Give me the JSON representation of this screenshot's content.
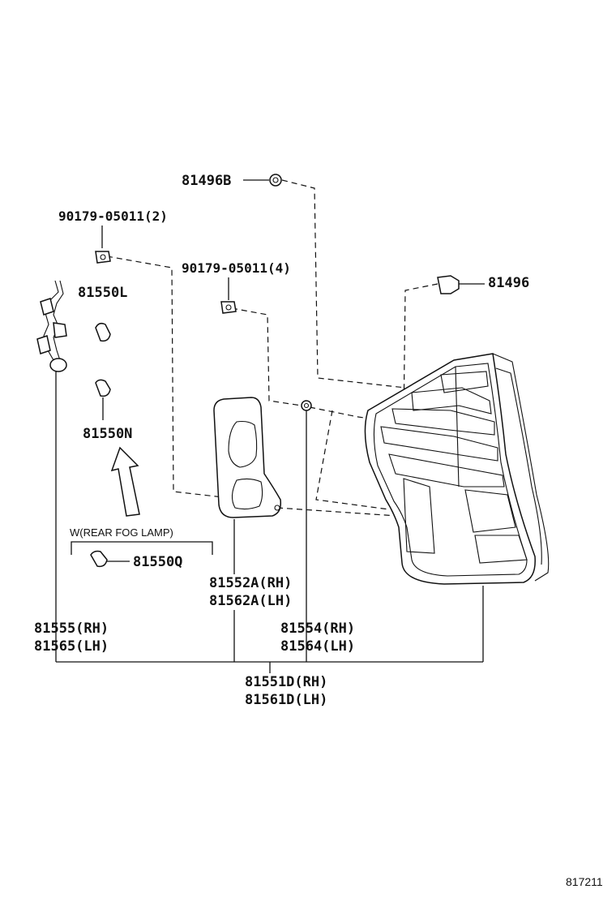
{
  "labels": {
    "clip_top": "81496B",
    "screw_left": "90179-05011(2)",
    "screw_mid": "90179-05011(4)",
    "clip_right": "81496",
    "bulb_L": "81550L",
    "bulb_N": "81550N",
    "fog_note": "W(REAR FOG LAMP)",
    "bulb_Q": "81550Q",
    "gasket_rh": "81552A(RH)",
    "gasket_lh": "81562A(LH)",
    "socket_rh": "81555(RH)",
    "socket_lh": "81565(LH)",
    "lens_rh": "81554(RH)",
    "lens_lh": "81564(LH)",
    "assy_rh": "81551D(RH)",
    "assy_lh": "81561D(LH)",
    "figure_ref": "817211"
  }
}
